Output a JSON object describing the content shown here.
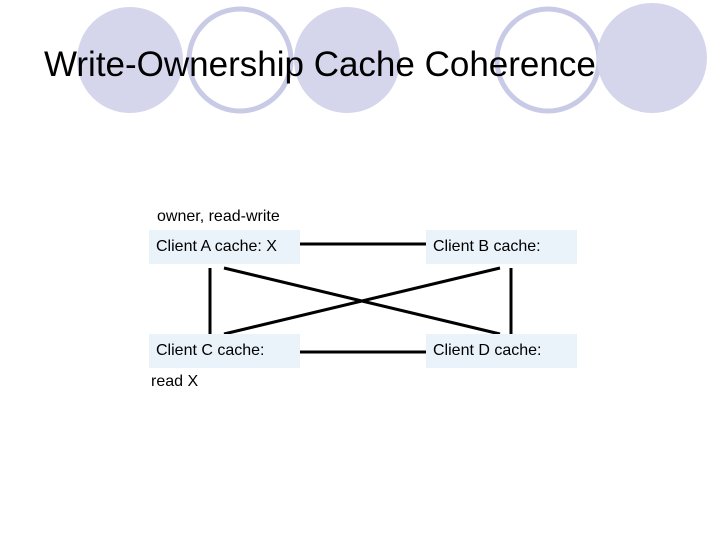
{
  "slide": {
    "title": "Write-Ownership Cache Coherence"
  },
  "diagram": {
    "clients": {
      "a": "Client A cache: X",
      "b": "Client B cache:",
      "c": "Client C cache:",
      "d": "Client D cache:"
    },
    "annotations": {
      "owner": "owner, read-write",
      "reader": "read X"
    },
    "colors": {
      "box_fill": "#eaf2fa",
      "line": "#000000",
      "ring": "#d5d6ec",
      "ring_outline": "#c9cae6"
    }
  }
}
